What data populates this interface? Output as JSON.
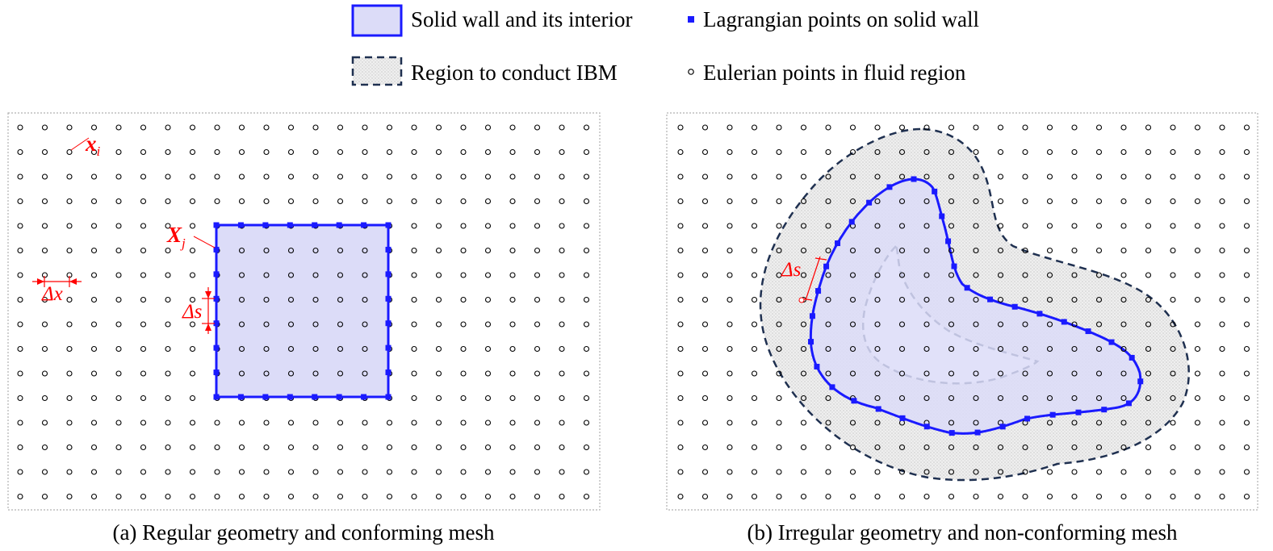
{
  "legend": {
    "solid_wall": "Solid wall and its interior",
    "ibm_region": "Region to conduct IBM",
    "lagrangian": "Lagrangian points on solid wall",
    "eulerian": "Eulerian points in fluid region"
  },
  "panel_a": {
    "caption": "(a) Regular geometry and conforming mesh",
    "label_xi_base": "x",
    "label_xi_sub": "i",
    "label_Xj_base": "X",
    "label_Xj_sub": "j",
    "label_dx": "Δx",
    "label_ds": "Δs"
  },
  "panel_b": {
    "caption": "(b) Irregular geometry and non-conforming mesh",
    "label_ds": "Δs"
  },
  "colors": {
    "wall_stroke": "#1a1aff",
    "wall_fill": "#dcdcf8",
    "ibm_stroke": "#1f3050",
    "ibm_fill": "#e9e9e9",
    "annotation": "#ff0000",
    "frame": "#b0b0b0"
  }
}
